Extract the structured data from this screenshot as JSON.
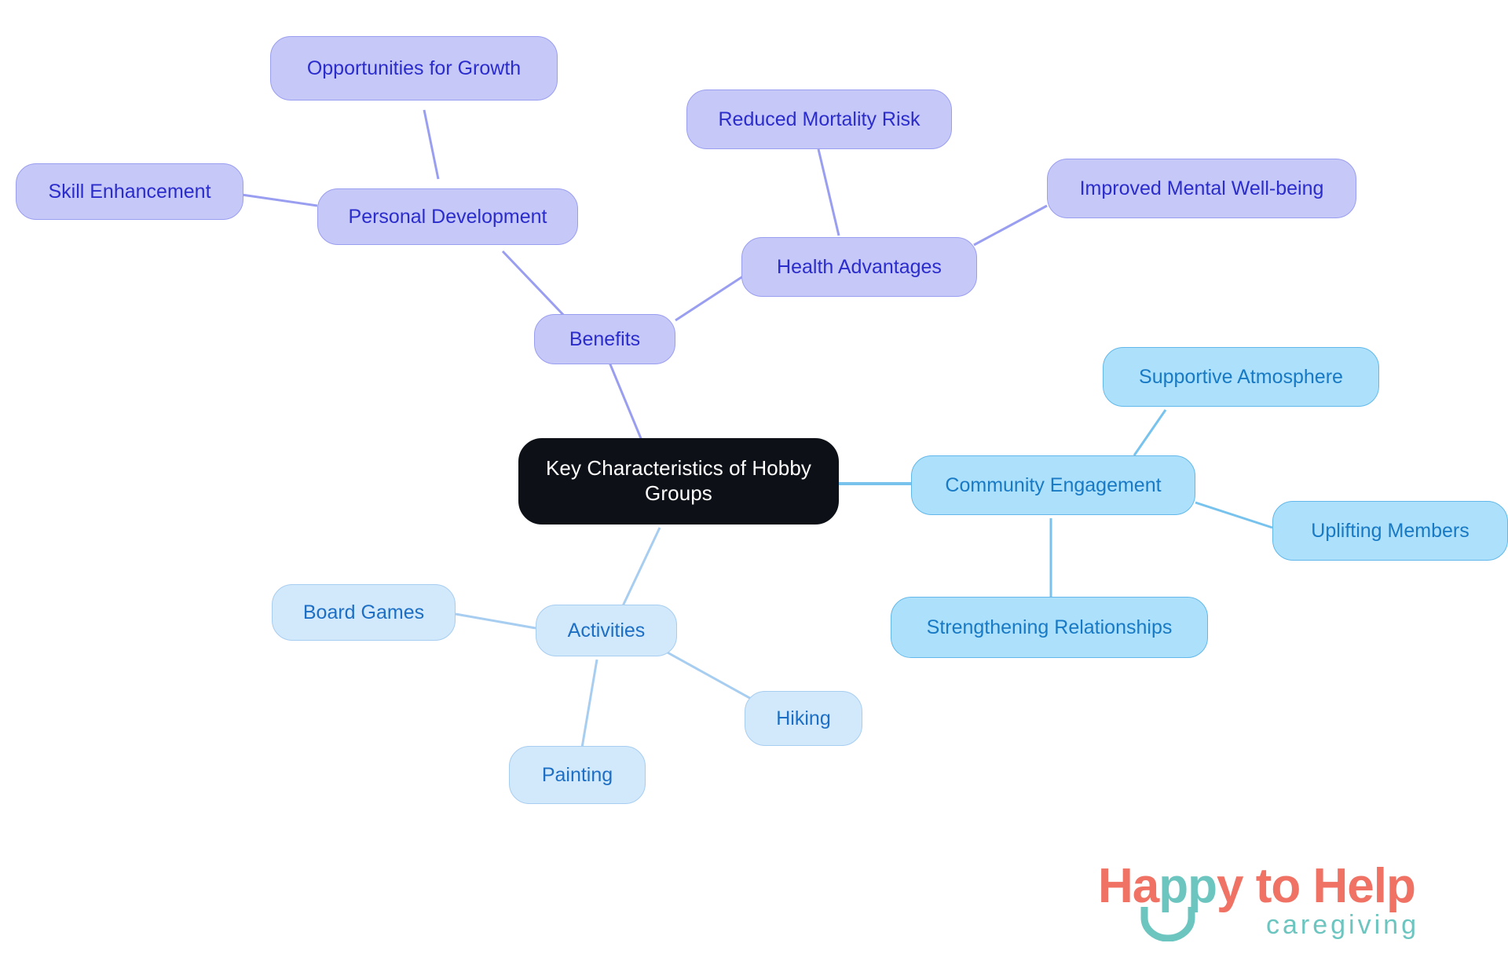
{
  "diagram": {
    "type": "mindmap",
    "title": "Key Characteristics of Hobby Groups",
    "root": {
      "id": "root",
      "label": "Key Characteristics of Hobby\nGroups",
      "style": "root",
      "fill": "#0d1117",
      "text_color": "#ffffff"
    },
    "branches": [
      {
        "id": "benefits",
        "label": "Benefits",
        "style": "purple",
        "fill": "#c6c8f8",
        "stroke": "#9a9ef0",
        "text_color": "#2b2ccc",
        "children": [
          {
            "id": "personal-development",
            "label": "Personal Development",
            "children": [
              {
                "id": "skill-enhancement",
                "label": "Skill Enhancement"
              },
              {
                "id": "opportunities-for-growth",
                "label": "Opportunities for Growth"
              }
            ]
          },
          {
            "id": "health-advantages",
            "label": "Health Advantages",
            "children": [
              {
                "id": "reduced-mortality-risk",
                "label": "Reduced Mortality Risk"
              },
              {
                "id": "improved-mental-well-being",
                "label": "Improved Mental Well-being"
              }
            ]
          }
        ]
      },
      {
        "id": "community-engagement",
        "label": "Community Engagement",
        "style": "blue-mid",
        "fill": "#ace0fb",
        "stroke": "#62b8ea",
        "text_color": "#1879c4",
        "children": [
          {
            "id": "supportive-atmosphere",
            "label": "Supportive Atmosphere"
          },
          {
            "id": "uplifting-members",
            "label": "Uplifting Members"
          },
          {
            "id": "strengthening-relationships",
            "label": "Strengthening Relationships"
          }
        ]
      },
      {
        "id": "activities",
        "label": "Activities",
        "style": "blue-light",
        "fill": "#d2e8fb",
        "stroke": "#a7cdf0",
        "text_color": "#1c6fc4",
        "children": [
          {
            "id": "board-games",
            "label": "Board Games"
          },
          {
            "id": "hiking",
            "label": "Hiking"
          },
          {
            "id": "painting",
            "label": "Painting"
          }
        ]
      }
    ],
    "edge_colors": {
      "purple": "#9a9ef0",
      "blue_mid": "#62b8ea",
      "blue_light": "#a7cdf0"
    }
  },
  "nodes": {
    "root": "Key Characteristics of Hobby\nGroups",
    "opportunities_for_growth": "Opportunities for Growth",
    "skill_enhancement": "Skill Enhancement",
    "personal_development": "Personal Development",
    "reduced_mortality_risk": "Reduced Mortality Risk",
    "improved_mental_well_being": "Improved Mental Well-being",
    "health_advantages": "Health Advantages",
    "benefits": "Benefits",
    "supportive_atmosphere": "Supportive Atmosphere",
    "community_engagement": "Community Engagement",
    "uplifting_members": "Uplifting Members",
    "strengthening_relationships": "Strengthening Relationships",
    "board_games": "Board Games",
    "activities": "Activities",
    "hiking": "Hiking",
    "painting": "Painting"
  },
  "logo": {
    "part1": "Ha",
    "part2": "pp",
    "part3": "y to Help",
    "subtitle": "caregiving",
    "coral": "#ef7264",
    "teal": "#6dc5c0"
  }
}
